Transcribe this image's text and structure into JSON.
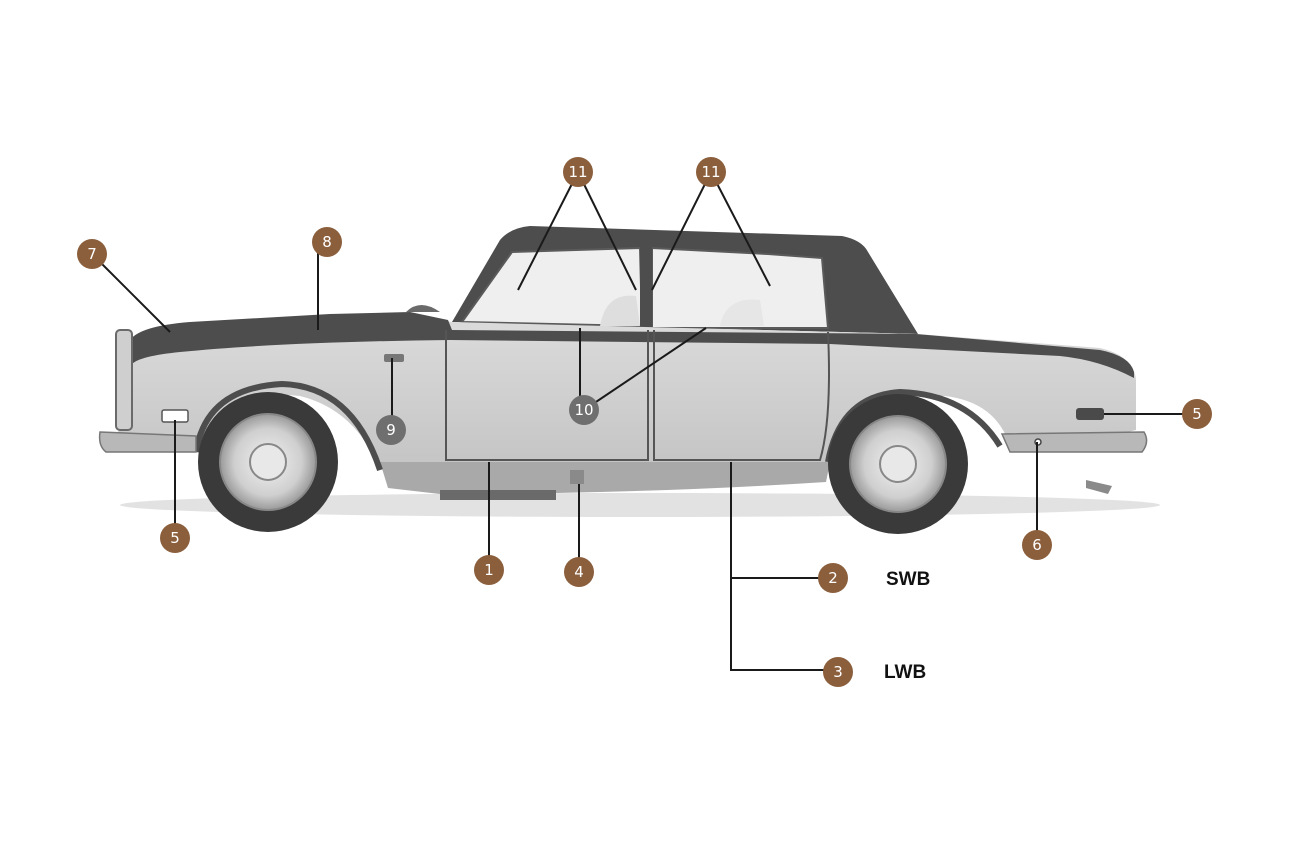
{
  "colors": {
    "marker_brown": "#8b5e3c",
    "marker_grey": "#6f6f6f",
    "body_light": "#d2d2d2",
    "body_dark": "#4a4a4a",
    "leader": "#1a1a1a"
  },
  "markers": {
    "m1": "1",
    "m2": "2",
    "m3": "3",
    "m4": "4",
    "m5_front": "5",
    "m5_rear": "5",
    "m6": "6",
    "m7": "7",
    "m8": "8",
    "m9": "9",
    "m10": "10",
    "m11_left": "11",
    "m11_right": "11"
  },
  "labels": {
    "swb": "SWB",
    "lwb": "LWB"
  }
}
